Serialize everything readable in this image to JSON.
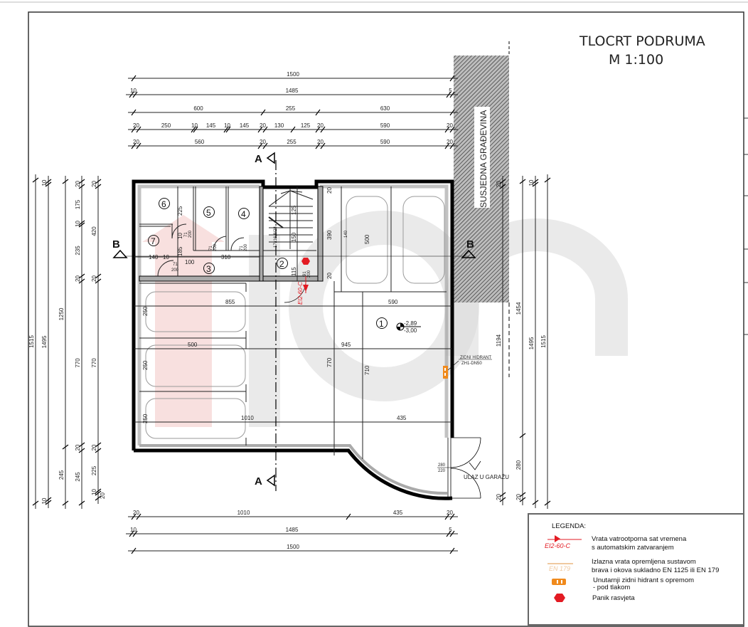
{
  "title": "TLOCRT PODRUMA",
  "scale": "M 1:100",
  "neighbor_label": "SUSJEDNA GRAĐEVINA",
  "sections": {
    "a_top": "A",
    "a_bottom": "A",
    "b_left": "B",
    "b_right": "B"
  },
  "rooms": [
    "1",
    "2",
    "3",
    "4",
    "5",
    "6",
    "7"
  ],
  "elevation": {
    "top": "-2,89",
    "bottom": "-3,00"
  },
  "hydrant": {
    "label": "ZIDNI HIDRANT",
    "code": "ZH1-DN50"
  },
  "entrance": {
    "label": "ULAZ U GARAŽU",
    "door_w": "280",
    "door_h": "220"
  },
  "fire_door_tag": "EI2-60-C",
  "stair_tag": "17x16,8/28",
  "door_tags": [
    {
      "w": "71",
      "h": "200"
    },
    {
      "w": "71",
      "h": "200"
    },
    {
      "w": "71",
      "h": "200"
    },
    {
      "w": "71",
      "h": "200"
    },
    {
      "w": "91",
      "h": "200"
    }
  ],
  "dimensions": {
    "top": [
      [
        "1500"
      ],
      [
        "10",
        "1485",
        "5"
      ],
      [
        "600",
        "255",
        "630"
      ],
      [
        "20",
        "250",
        "10",
        "145",
        "10",
        "145",
        "20",
        "130",
        "125",
        "20",
        "590",
        "20"
      ],
      [
        "20",
        "560",
        "20",
        "255",
        "20",
        "590",
        "20"
      ]
    ],
    "bottom": [
      [
        "20",
        "1010",
        "435",
        "20"
      ],
      [
        "10",
        "1485",
        "5"
      ],
      [
        "1500"
      ]
    ],
    "left": [
      [
        "1515"
      ],
      [
        "10",
        "1495",
        "10"
      ],
      [
        "1250",
        "245"
      ],
      [
        "20",
        "175",
        "10",
        "235",
        "20",
        "770",
        "20",
        "245"
      ],
      [
        "20",
        "420",
        "20",
        "770",
        "20",
        "225",
        "10",
        "20"
      ]
    ],
    "right": [
      [
        "20",
        "1194",
        "20"
      ],
      [
        "1454",
        "280",
        "20"
      ],
      [
        "10",
        "1495"
      ],
      [
        "1515"
      ]
    ],
    "interior": [
      "225",
      "140",
      "10",
      "185",
      "10",
      "100",
      "310",
      "125",
      "150",
      "115",
      "390",
      "20",
      "20",
      "140",
      "500",
      "590",
      "855",
      "500",
      "945",
      "1010",
      "435",
      "770",
      "710",
      "250",
      "250",
      "250"
    ]
  },
  "legend": {
    "title": "LEGENDA:",
    "items": [
      {
        "symbol": "fire-door",
        "symbol_text": "EI2-60-C",
        "line1": "Vrata vatrootporna  sat vremena",
        "line2": "s automatskim zatvaranjem"
      },
      {
        "symbol": "exit-door",
        "symbol_text": "EN 179",
        "line1": "Izlazna vrata opremljena sustavom",
        "line2": "brava i okova sukladno EN 1125 ili EN 179"
      },
      {
        "symbol": "wall-hydrant",
        "line1": "Unutarnji zidni hidrant s opremom",
        "line2": " - pod tlakom"
      },
      {
        "symbol": "panic-light",
        "line1": "Panik rasvjeta"
      }
    ]
  },
  "colors": {
    "fire": "#e31b23",
    "hydrant": "#f08a1c",
    "exit": "#f0c9a0",
    "watermark_gray": "#d9d9d9",
    "watermark_pink": "#f6d6d4"
  }
}
